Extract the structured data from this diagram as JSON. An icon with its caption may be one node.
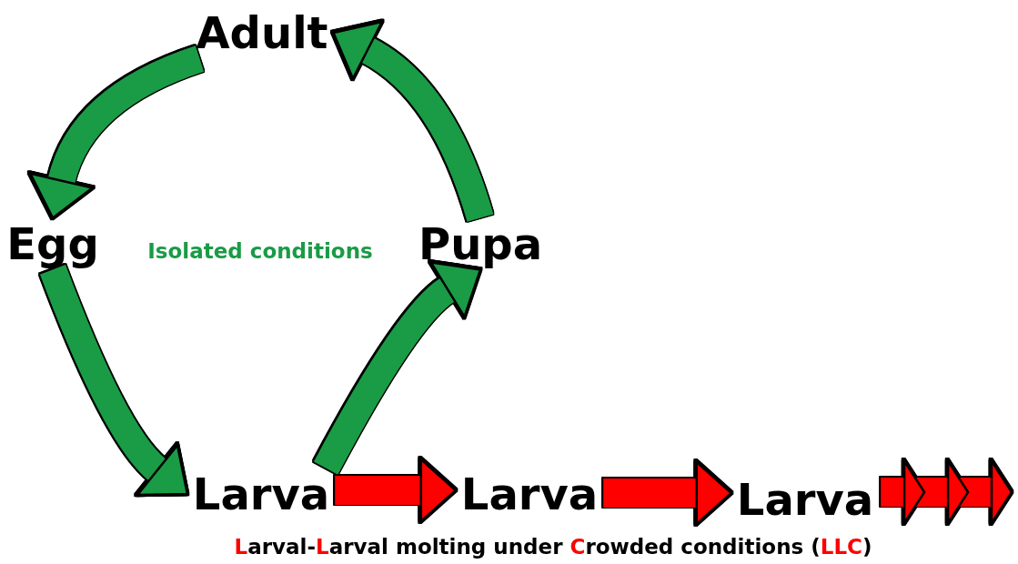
{
  "diagram": {
    "caption": "**L**arval-**L**arval molting under **C**rowded conditions (**LLC**)",
    "nodes": [
      {
        "text": [
          "Adult"
        ]
      },
      {
        "text": [
          "Egg"
        ]
      },
      {
        "text": [
          "Pupa"
        ]
      },
      {
        "text": [
          "Larva"
        ]
      },
      {
        "text": [
          "Larva"
        ]
      },
      {
        "text": [
          "Larva"
        ]
      }
    ],
    "edges": [
      {
        "from": 0,
        "to": 1,
        "arrow": "to"
      },
      {
        "from": 1,
        "to": 3,
        "arrow": "to"
      },
      {
        "from": 3,
        "to": 2,
        "arrow": "to"
      },
      {
        "from": 2,
        "to": 0,
        "arrow": "to"
      },
      {
        "from": 3,
        "to": 4,
        "arrow": "to",
        "color": "#ff0000"
      },
      {
        "from": 4,
        "to": 5,
        "arrow": "to",
        "color": "#ff0000"
      },
      {
        "from": 5,
        "to": null,
        "arrow": "to",
        "color": "#ff0000"
      }
    ],
    "labels": [
      "Isolated conditions"
    ]
  }
}
